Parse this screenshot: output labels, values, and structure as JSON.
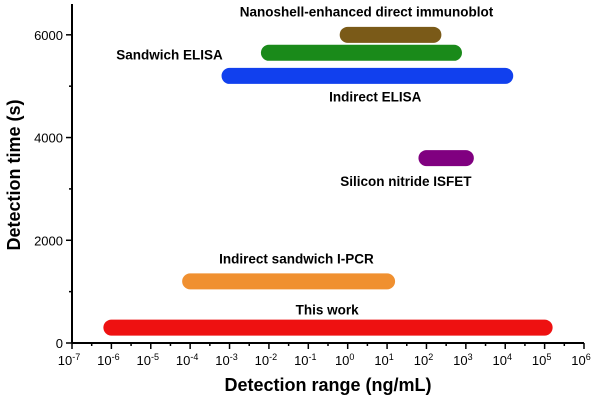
{
  "chart_data": {
    "type": "range-bar",
    "xlabel": "Detection range (ng/mL)",
    "ylabel": "Detection time (s)",
    "xscale": "log",
    "xlim_exponents": [
      -7,
      6
    ],
    "ylim": [
      0,
      6600
    ],
    "y_ticks": [
      "0",
      "2000",
      "4000",
      "6000"
    ],
    "x_tick_base": "10",
    "x_tick_exponents": [
      "-7",
      "-6",
      "-5",
      "-4",
      "-3",
      "-2",
      "-1",
      "0",
      "1",
      "2",
      "3",
      "4",
      "5",
      "6"
    ],
    "grid": false,
    "series": [
      {
        "name": "This work",
        "x_min": 1e-06,
        "x_max": 100000,
        "y": 300,
        "color": "#ee1111",
        "label_x": 0.3,
        "label_y": 650
      },
      {
        "name": "Indirect sandwich I-PCR",
        "x_min": 0.0001,
        "x_max": 10,
        "y": 1200,
        "color": "#f09030",
        "label_x": 0.05,
        "label_y": 1650
      },
      {
        "name": "Silicon nitride ISFET",
        "x_min": 100,
        "x_max": 1000,
        "y": 3600,
        "color": "#800080",
        "label_x": 30,
        "label_y": 3150
      },
      {
        "name": "Indirect ELISA",
        "x_min": 0.001,
        "x_max": 10000,
        "y": 5200,
        "color": "#1140ee",
        "label_x": 5,
        "label_y": 4800
      },
      {
        "name": "Sandwich ELISA",
        "x_min": 0.01,
        "x_max": 500,
        "y": 5650,
        "color": "#1a8a1a",
        "label_x": 3e-05,
        "label_y": 5620
      },
      {
        "name": "Nanoshell-enhanced direct immunoblot",
        "x_min": 1,
        "x_max": 150,
        "y": 6000,
        "color": "#7a5a18",
        "label_x": 3,
        "label_y": 6450
      }
    ]
  }
}
